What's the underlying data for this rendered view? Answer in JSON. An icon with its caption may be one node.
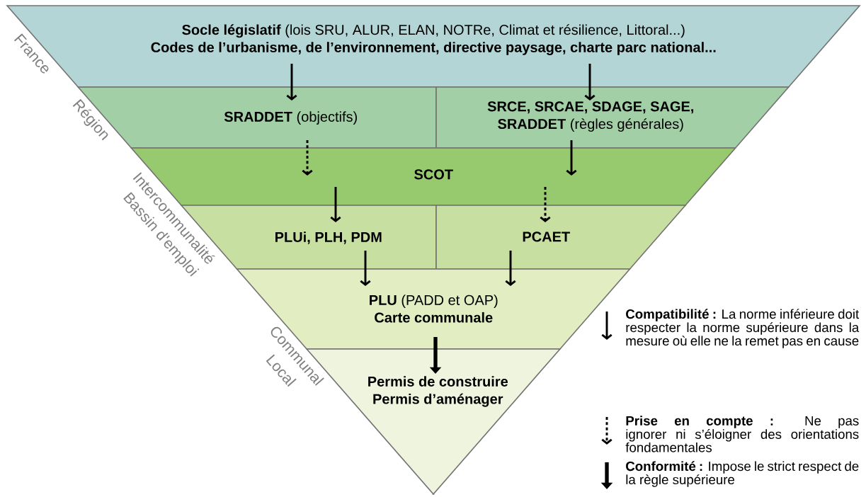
{
  "diagram": {
    "nodes": [
      {
        "text": [
          "**Socle législatif** (lois SRU, ALUR, ELAN, NOTRe, Climat et résilience, Littoral...)",
          "Codes de l’urbanisme, de l’environnement, directive paysage, charte parc national..."
        ]
      },
      {
        "text": [
          "**SRADDET** (objectifs)"
        ]
      },
      {
        "text": [
          "**SRCE, SRCAE, SDAGE, SAGE, SRADDET** (règles générales)"
        ]
      },
      {
        "text": [
          "SCOT"
        ]
      },
      {
        "text": [
          "PLUi, PLH, PDM"
        ]
      },
      {
        "text": [
          "PCAET"
        ]
      },
      {
        "text": [
          "**PLU** (PADD et OAP)",
          "Carte communale"
        ]
      },
      {
        "text": [
          "Permis de construire",
          "Permis d’aménager"
        ]
      }
    ],
    "edges": [
      {
        "from": 0,
        "to": 1,
        "arrow": "to"
      },
      {
        "from": 0,
        "to": 2,
        "arrow": "to"
      },
      {
        "from": 1,
        "to": 3,
        "arrow": "to",
        "style": "dashed"
      },
      {
        "from": 2,
        "to": 3,
        "arrow": "to"
      },
      {
        "from": 3,
        "to": 4,
        "arrow": "to"
      },
      {
        "from": 3,
        "to": 5,
        "arrow": "to",
        "style": "dashed"
      },
      {
        "from": 4,
        "to": 6,
        "arrow": "to"
      },
      {
        "from": 5,
        "to": 6,
        "arrow": "to"
      },
      {
        "from": 6,
        "to": 7,
        "arrow": "to",
        "style": "thick"
      }
    ],
    "labels": [
      "France",
      "Région",
      "Intercommunalité",
      "Bassin d'emploi",
      "Communal",
      "Local"
    ],
    "legend": [
      {
        "text": "**Compatibilité :** La norme inférieure doit respecter la norme supérieure dans la mesure où elle ne la remet pas en cause"
      },
      {
        "text": "**Prise en compte :** Ne pas ignorer ni s’éloigner des orientations fondamentales"
      },
      {
        "text": "**Conformité :** Impose le strict respect de la règle supérieure"
      }
    ]
  }
}
